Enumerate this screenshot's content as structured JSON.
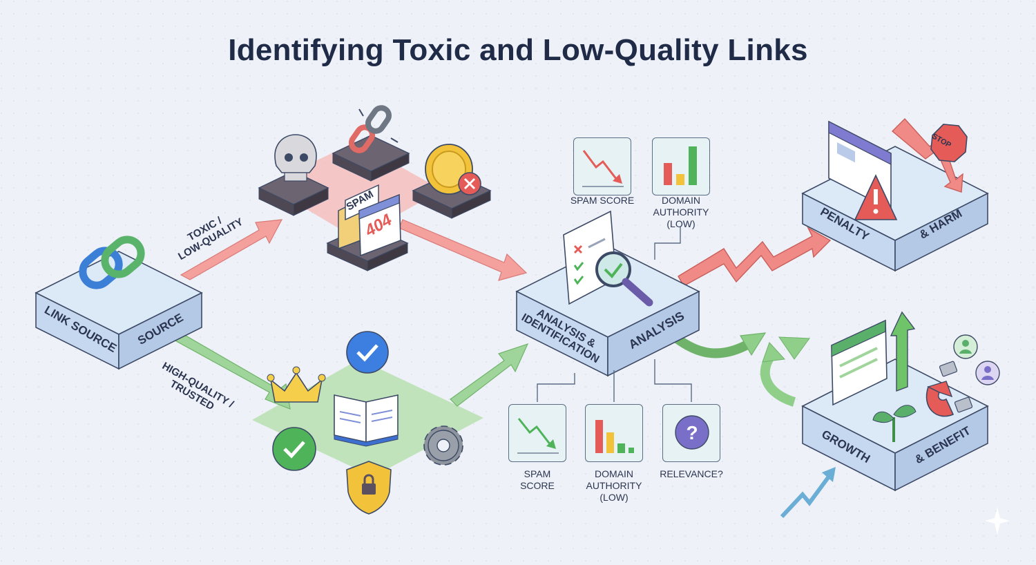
{
  "title": "Identifying Toxic and Low-Quality Links",
  "source_box": {
    "label_left": "LINK SOURCE",
    "label_right": "SOURCE"
  },
  "toxic_path": {
    "label_line1": "TOXIC /",
    "label_line2": "LOW-QUALITY",
    "spam_tag": "SPAM",
    "error_code": "404"
  },
  "trusted_path": {
    "label_line1": "HIGH-QUALITY /",
    "label_line2": "TRUSTED"
  },
  "analysis_box": {
    "label_left_line1": "ANALYSIS &",
    "label_left_line2": "IDENTIFICATION",
    "label_right": "ANALYSIS"
  },
  "top_metrics": [
    {
      "label": "SPAM SCORE"
    },
    {
      "label_line1": "DOMAIN",
      "label_line2": "AUTHORITY",
      "label_line3": "(LOW)"
    }
  ],
  "bottom_metrics": [
    {
      "label_line1": "SPAM",
      "label_line2": "SCORE"
    },
    {
      "label_line1": "DOMAIN",
      "label_line2": "AUTHORITY",
      "label_line3": "(LOW)"
    },
    {
      "label": "RELEVANCE?"
    }
  ],
  "penalty_box": {
    "label_left": "PENALTY",
    "label_right": "& HARM",
    "stop_sign": "STOP"
  },
  "growth_box": {
    "label_left": "GROWTH",
    "label_right": "& BENEFIT"
  },
  "colors": {
    "toxic": "#ee7a7a",
    "trusted": "#7fc77a",
    "box_face": "#dce9f7",
    "box_side": "#b7cbe6",
    "outline": "#3d4a66",
    "title": "#1f2b47"
  },
  "icons": [
    "chain-link-icon",
    "skull-icon",
    "broken-link-icon",
    "blocked-coin-icon",
    "spam-404-envelope-icon",
    "crown-icon",
    "verified-badge-icon",
    "open-book-icon",
    "gear-icon",
    "shield-lock-icon",
    "checklist-magnifier-icon",
    "warning-browser-icon",
    "stop-arrow-icon",
    "growth-browser-icon",
    "magnet-icon",
    "sprout-icon",
    "users-icon"
  ]
}
